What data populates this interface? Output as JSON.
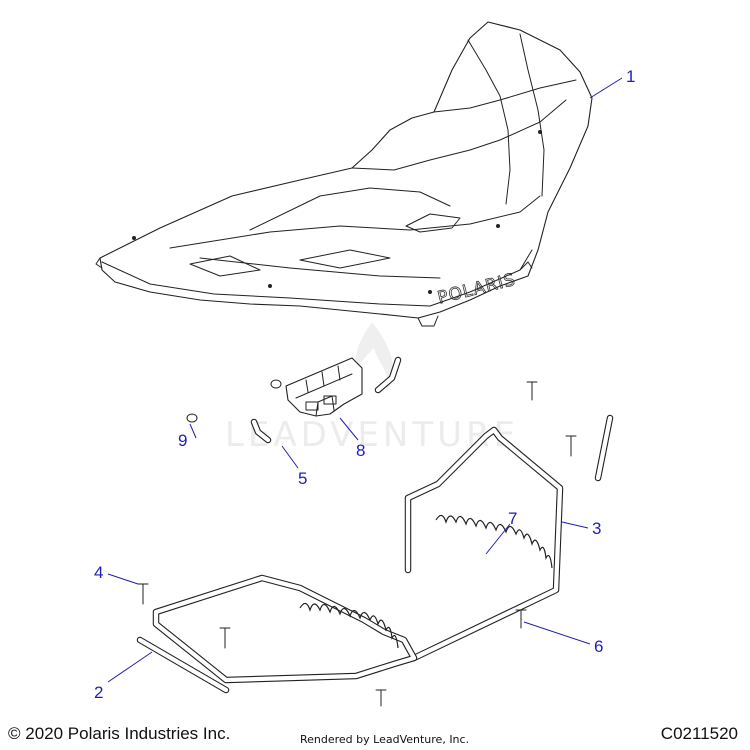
{
  "diagram": {
    "watermark": "LEADVENTURE",
    "brand_mark": "POLARIS",
    "callouts": [
      {
        "id": "1",
        "label": "1"
      },
      {
        "id": "2",
        "label": "2"
      },
      {
        "id": "3",
        "label": "3"
      },
      {
        "id": "4",
        "label": "4"
      },
      {
        "id": "5",
        "label": "5"
      },
      {
        "id": "6",
        "label": "6"
      },
      {
        "id": "7",
        "label": "7"
      },
      {
        "id": "8",
        "label": "8"
      },
      {
        "id": "9",
        "label": "9"
      }
    ]
  },
  "footer": {
    "copyright": "© 2020 Polaris Industries Inc.",
    "rendered_by": "Rendered by LeadVenture, Inc.",
    "diagram_code": "C0211520"
  },
  "colors": {
    "callout": "#1f1fb4",
    "line": "#222222",
    "watermark": "#ececec"
  }
}
